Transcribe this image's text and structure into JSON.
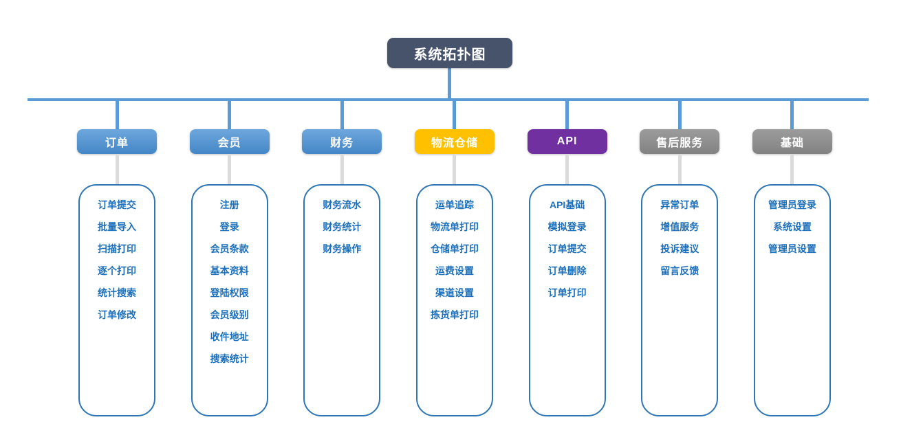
{
  "title": "系统拓扑图",
  "colors": {
    "connector": "#5B9BD5",
    "connector-gray": "#DBDBDB",
    "title-bg": "#47536B",
    "box-border": "#2E75B6",
    "item-text": "#1D6FBA",
    "hdr-blue-light": "#6EA7DD",
    "hdr-blue-dark": "#4486C6",
    "hdr-yellow": "#FFC000",
    "hdr-purple": "#7030A0",
    "hdr-gray-light": "#9C9C9C",
    "hdr-gray-dark": "#828282"
  },
  "columns": [
    {
      "id": "orders",
      "label": "订单",
      "color": "blue",
      "items": [
        "订单提交",
        "批量导入",
        "扫描打印",
        "逐个打印",
        "统计搜索",
        "订单修改"
      ]
    },
    {
      "id": "members",
      "label": "会员",
      "color": "blue",
      "items": [
        "注册",
        "登录",
        "会员条款",
        "基本资料",
        "登陆权限",
        "会员级别",
        "收件地址",
        "搜索统计"
      ]
    },
    {
      "id": "finance",
      "label": "财务",
      "color": "blue",
      "items": [
        "财务流水",
        "财务统计",
        "财务操作"
      ]
    },
    {
      "id": "logistics",
      "label": "物流仓储",
      "color": "yellow",
      "items": [
        "运单追踪",
        "物流单打印",
        "仓储单打印",
        "运费设置",
        "渠道设置",
        "拣货单打印"
      ]
    },
    {
      "id": "api",
      "label": "API",
      "color": "purple",
      "items": [
        "API基础",
        "模拟登录",
        "订单提交",
        "订单删除",
        "订单打印"
      ]
    },
    {
      "id": "aftersale",
      "label": "售后服务",
      "color": "gray",
      "items": [
        "异常订单",
        "增值服务",
        "投诉建议",
        "留言反馈"
      ]
    },
    {
      "id": "basic",
      "label": "基础",
      "color": "gray",
      "items": [
        "管理员登录",
        "系统设置",
        "管理员设置"
      ]
    }
  ]
}
